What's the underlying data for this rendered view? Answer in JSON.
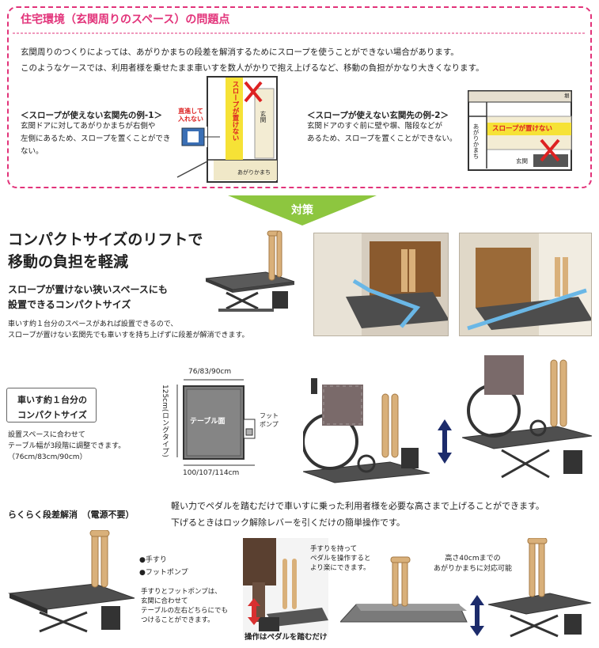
{
  "problem": {
    "title": "住宅環境（玄関周りのスペース）の問題点",
    "line1": "玄関周りのつくりによっては、あがりかまちの段差を解消するためにスロープを使うことができない場合があります。",
    "line2": "このようなケースでは、利用者様を乗せたまま車いすを数人がかりで抱え上げるなど、移動の負担がかなり大きくなります。",
    "example1": {
      "title": "＜スロープが使えない玄関先の例-1＞",
      "lines": [
        "玄関ドアに対してあがりかまちが右側や",
        "左側にあるため、スロープを置くことができ",
        "ない。"
      ],
      "label_straight_1": "直進して",
      "label_straight_2": "入れない",
      "label_slope": "スロープが置けない",
      "label_genkan": "玄関",
      "label_agarikamachi": "あがりかまち"
    },
    "example2": {
      "title": "＜スロープが使えない玄関先の例-2＞",
      "lines": [
        "玄関ドアのすぐ前に壁や塀、階段などが",
        "あるため、スロープを置くことができない。"
      ],
      "label_slope": "スロープが置けない",
      "label_genkan": "玄関",
      "label_agarikamachi": "あがりかまち",
      "label_wall": "塀"
    }
  },
  "banner": {
    "label": "対策"
  },
  "section1": {
    "headline1": "コンパクトサイズのリフトで",
    "headline2": "移動の負担を軽減",
    "sub1": "スロープが置けない狭いスペースにも",
    "sub2": "設置できるコンパクトサイズ",
    "desc1": "車いす約１台分のスペースがあれば設置できるので、",
    "desc2": "スロープが置けない玄関先でも車いすを持ち上げずに段差が解消できます。"
  },
  "section2": {
    "box_line1": "車いす約１台分の",
    "box_line2": "コンパクトサイズ",
    "adjust1": "設置スペースに合わせて",
    "adjust2": "テーブル幅が3段階に調整できます。",
    "adjust3": "（76cm/83cm/90cm）",
    "dim_top": "76/83/90cm",
    "dim_bottom": "100/107/114cm",
    "dim_side": "125cm(ロングタイプ)",
    "table_label": "テーブル面",
    "pump_label_1": "フット",
    "pump_label_2": "ポンプ"
  },
  "section3": {
    "title": "らくらく段差解消　（電源不要）",
    "desc1": "軽い力でペダルを踏むだけで車いすに乗った利用者様を必要な高さまで上げることができます。",
    "desc2": "下げるときはロック解除レバーを引くだけの簡単操作です。",
    "label_handrail": "●手すり",
    "label_pump": "●フットポンプ",
    "note_lines": [
      "手すりとフットポンプは、",
      "玄関に合わせて",
      "テーブルの左右どちらにでも",
      "つけることができます。"
    ],
    "hold_lines": [
      "手すりを持って",
      "ペダルを操作すると",
      "より楽にできます。"
    ],
    "pedal_caption": "操作はペダルを踏むだけ",
    "height_1": "高さ40cmまでの",
    "height_2": "あがりかまちに対応可能"
  }
}
